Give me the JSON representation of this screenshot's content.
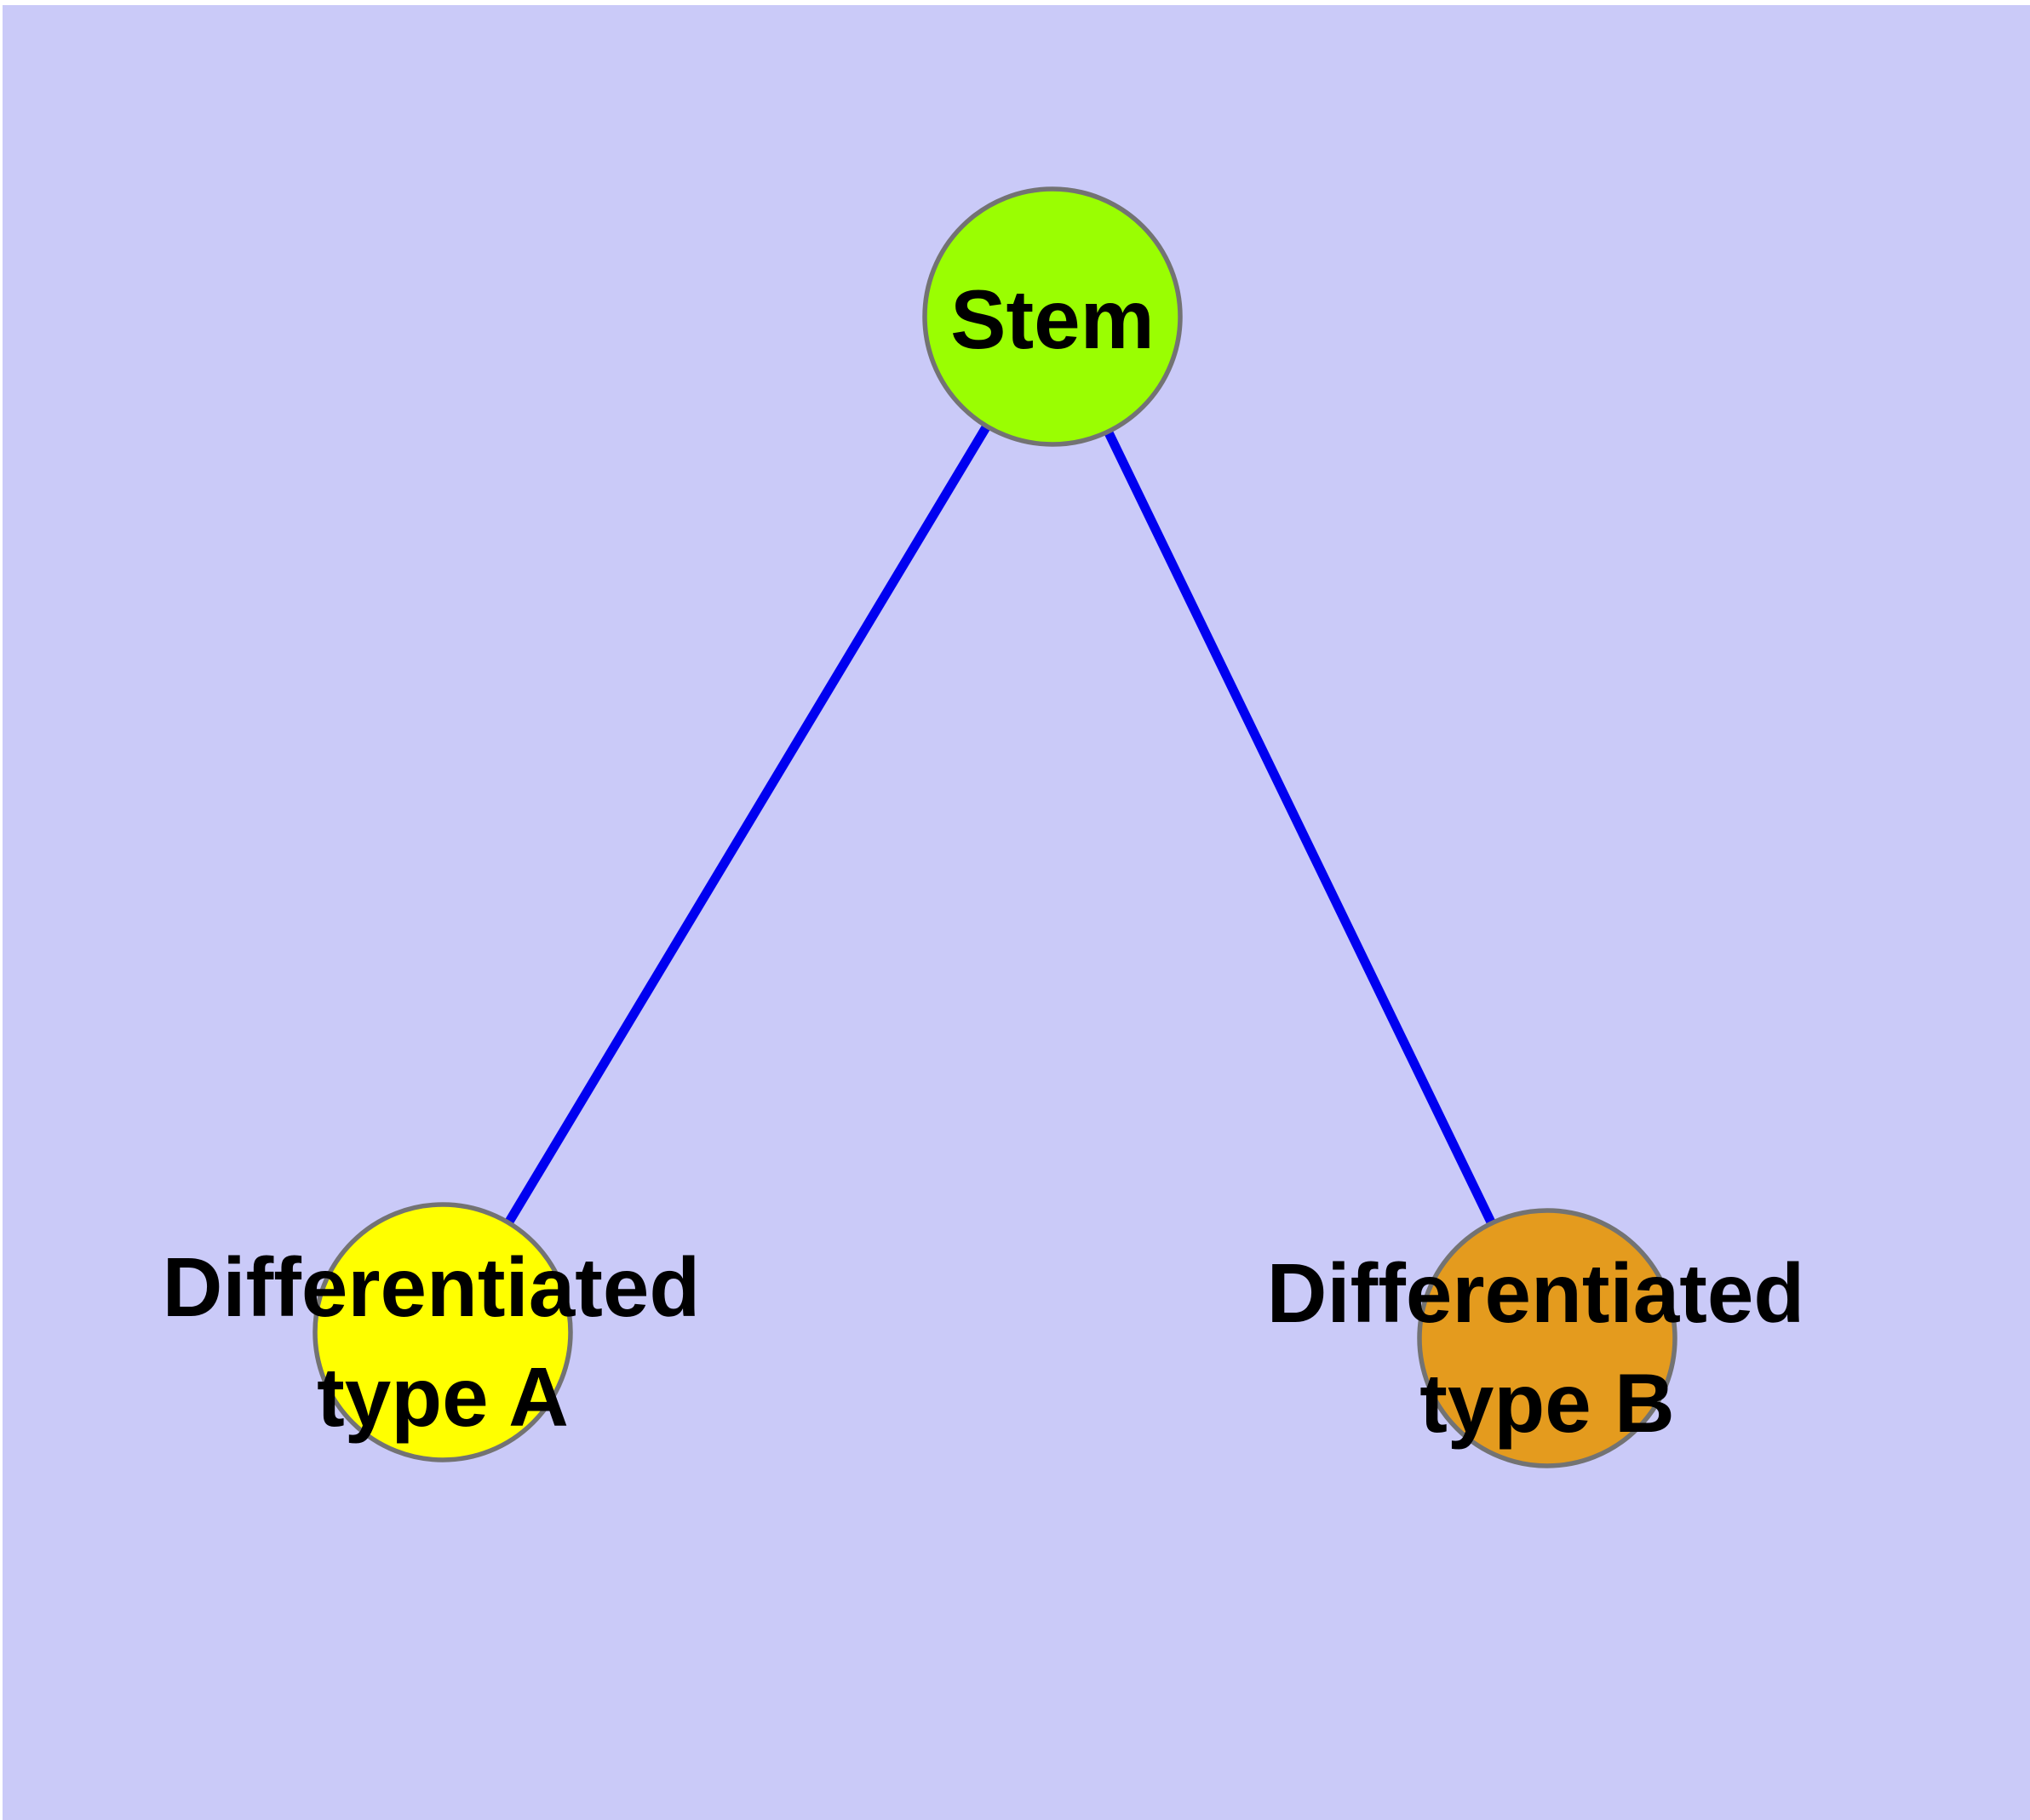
{
  "diagram": {
    "type": "node-link-graph",
    "background_color": "#cacaf8",
    "margin_color": "#ffffff",
    "edge_color": "#0000f0",
    "node_outline_color": "#737373",
    "label_color": "#000000",
    "nodes": [
      {
        "id": "stem",
        "label": "Stem",
        "label_line1": "Stem",
        "label_line2": "",
        "fill": "#9afe02"
      },
      {
        "id": "type_a",
        "label": "Differentiated type A",
        "label_line1": "Differentiated",
        "label_line2": "type A",
        "fill": "#ffff00"
      },
      {
        "id": "type_b",
        "label": "Differentiated type B",
        "label_line1": "Differentiated",
        "label_line2": "type B",
        "fill": "#e49b1e"
      }
    ],
    "edges": [
      {
        "from": "Stem",
        "to": "Differentiated type A"
      },
      {
        "from": "Stem",
        "to": "Differentiated type B"
      }
    ]
  }
}
